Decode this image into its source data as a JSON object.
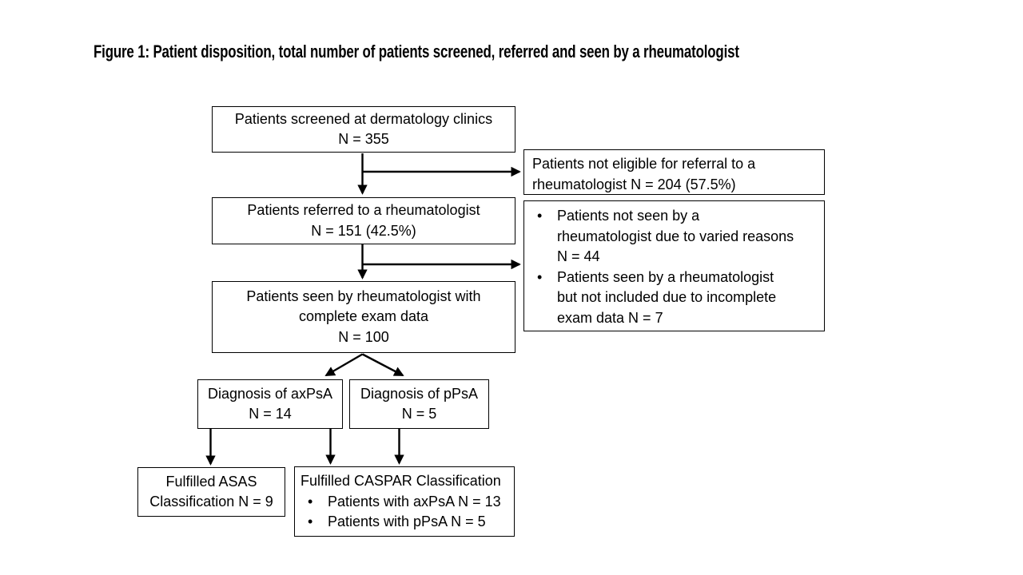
{
  "title": "Figure 1: Patient disposition, total number of patients screened, referred and seen by a rheumatologist",
  "flow": {
    "screened": {
      "label": "Patients screened at dermatology clinics",
      "count": "N = 355"
    },
    "not_eligible": {
      "text": "Patients not eligible for referral to a rheumatologist N = 204 (57.5%)"
    },
    "referred": {
      "label": "Patients referred to a rheumatologist",
      "count": "N = 151 (42.5%)"
    },
    "not_seen": {
      "bullets": [
        {
          "lines": [
            "Patients not seen by a",
            "rheumatologist due to varied reasons",
            "N = 44"
          ]
        },
        {
          "lines": [
            "Patients seen by a rheumatologist",
            "but not included due to incomplete",
            "exam data N = 7"
          ]
        }
      ]
    },
    "seen": {
      "label": "Patients seen by rheumatologist with complete exam data",
      "count": "N = 100"
    },
    "axpsa": {
      "label": "Diagnosis of axPsA",
      "count": "N = 14"
    },
    "ppsa": {
      "label": "Diagnosis of pPsA",
      "count": "N = 5"
    },
    "asas": {
      "line1": "Fulfilled ASAS",
      "line2": "Classification N = 9"
    },
    "caspar": {
      "heading": "Fulfilled CASPAR Classification",
      "bullets": [
        "Patients with axPsA N = 13",
        "Patients with pPsA N = 5"
      ]
    }
  },
  "icons": {
    "bullet": "•"
  },
  "colors": {
    "text": "#000000",
    "border": "#000000",
    "background": "#ffffff"
  }
}
